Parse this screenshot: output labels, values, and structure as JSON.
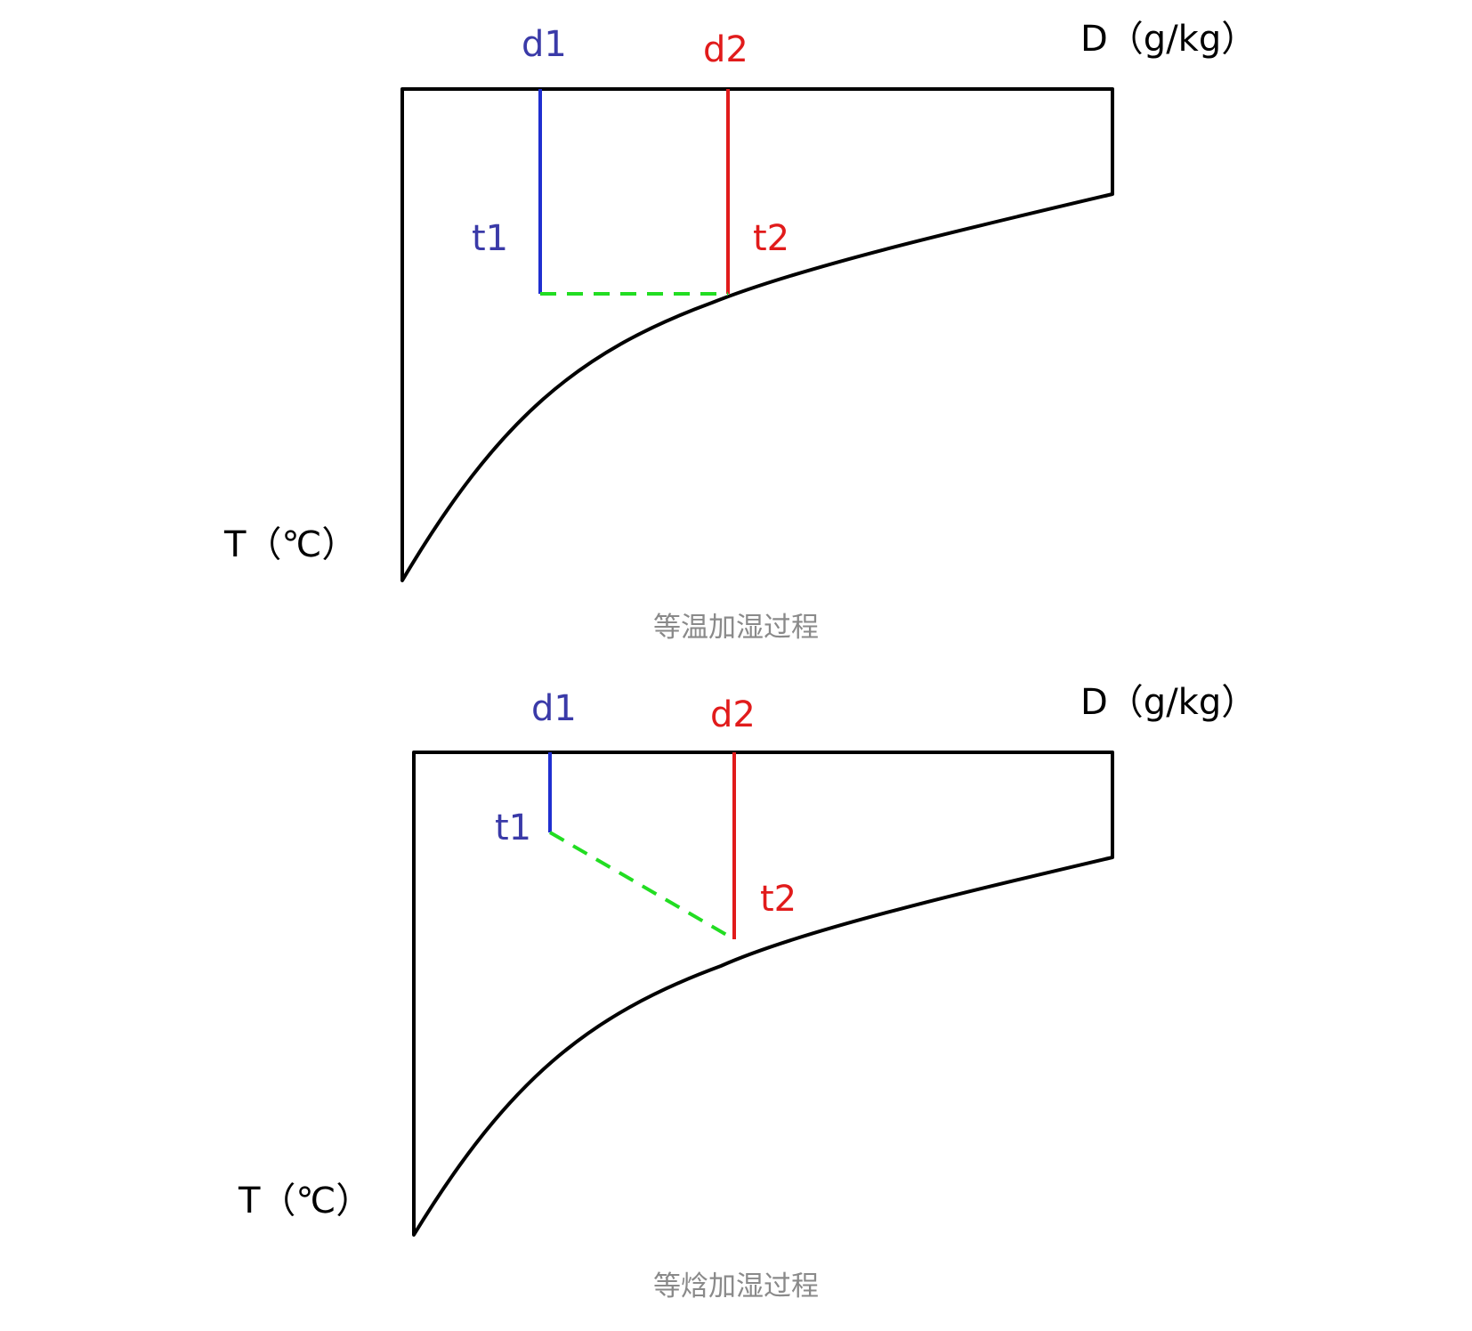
{
  "colors": {
    "outline": "#000000",
    "state1": "#1f2fd0",
    "state1_text": "#3a3aa8",
    "state2": "#e11b1b",
    "process": "#22dd22",
    "caption": "#8a8a8a"
  },
  "diagrams": [
    {
      "axis_d_label": "D（g/kg）",
      "axis_t_label": "T（℃）",
      "d1_label": "d1",
      "d2_label": "d2",
      "t1_label": "t1",
      "t2_label": "t2",
      "caption": "等温加湿过程"
    },
    {
      "axis_d_label": "D（g/kg）",
      "axis_t_label": "T（℃）",
      "d1_label": "d1",
      "d2_label": "d2",
      "t1_label": "t1",
      "t2_label": "t2",
      "caption": "等焓加湿过程"
    }
  ]
}
